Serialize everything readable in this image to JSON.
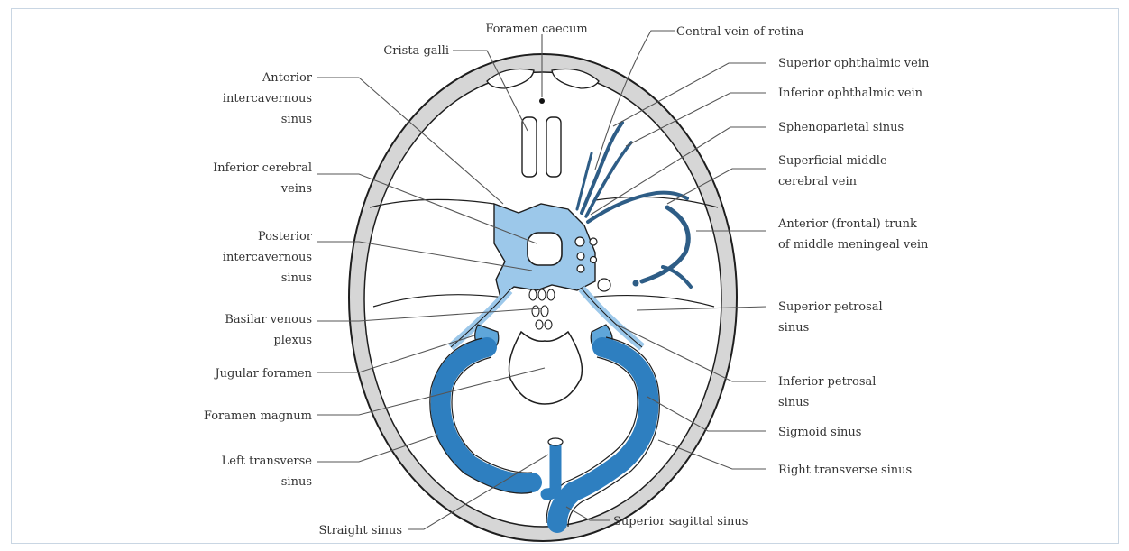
{
  "colors": {
    "sinus_fill": "#2e7fc0",
    "sinus_light": "#9cc8ea",
    "sinus_mid": "#5fa6d9",
    "skull_ring": "#d6d6d6",
    "outline": "#1e1e1e",
    "leader": "#555555",
    "frame_border": "#c9d6e3"
  },
  "labels": {
    "foramen_caecum": "Foramen caecum",
    "central_vein_retina": "Central vein of retina",
    "crista_galli": "Crista galli",
    "superior_ophthalmic": "Superior ophthalmic vein",
    "inferior_ophthalmic": "Inferior ophthalmic vein",
    "anterior_intercav_1": "Anterior",
    "anterior_intercav_2": "intercavernous",
    "anterior_intercav_3": "sinus",
    "sphenoparietal": "Sphenoparietal sinus",
    "superficial_middle_1": "Superficial middle",
    "superficial_middle_2": "cerebral vein",
    "inferior_cerebral_1": "Inferior cerebral",
    "inferior_cerebral_2": "veins",
    "anterior_frontal_1": "Anterior (frontal) trunk",
    "anterior_frontal_2": "of middle meningeal vein",
    "posterior_intercav_1": "Posterior",
    "posterior_intercav_2": "intercavernous",
    "posterior_intercav_3": "sinus",
    "superior_petrosal_1": "Superior petrosal",
    "superior_petrosal_2": "sinus",
    "basilar_1": "Basilar venous",
    "basilar_2": "plexus",
    "jugular_foramen": "Jugular foramen",
    "inferior_petrosal_1": "Inferior petrosal",
    "inferior_petrosal_2": "sinus",
    "foramen_magnum": "Foramen magnum",
    "sigmoid": "Sigmoid sinus",
    "left_transverse_1": "Left transverse",
    "left_transverse_2": "sinus",
    "right_transverse": "Right transverse sinus",
    "straight_sinus": "Straight sinus",
    "superior_sagittal": "Superior sagittal sinus"
  }
}
